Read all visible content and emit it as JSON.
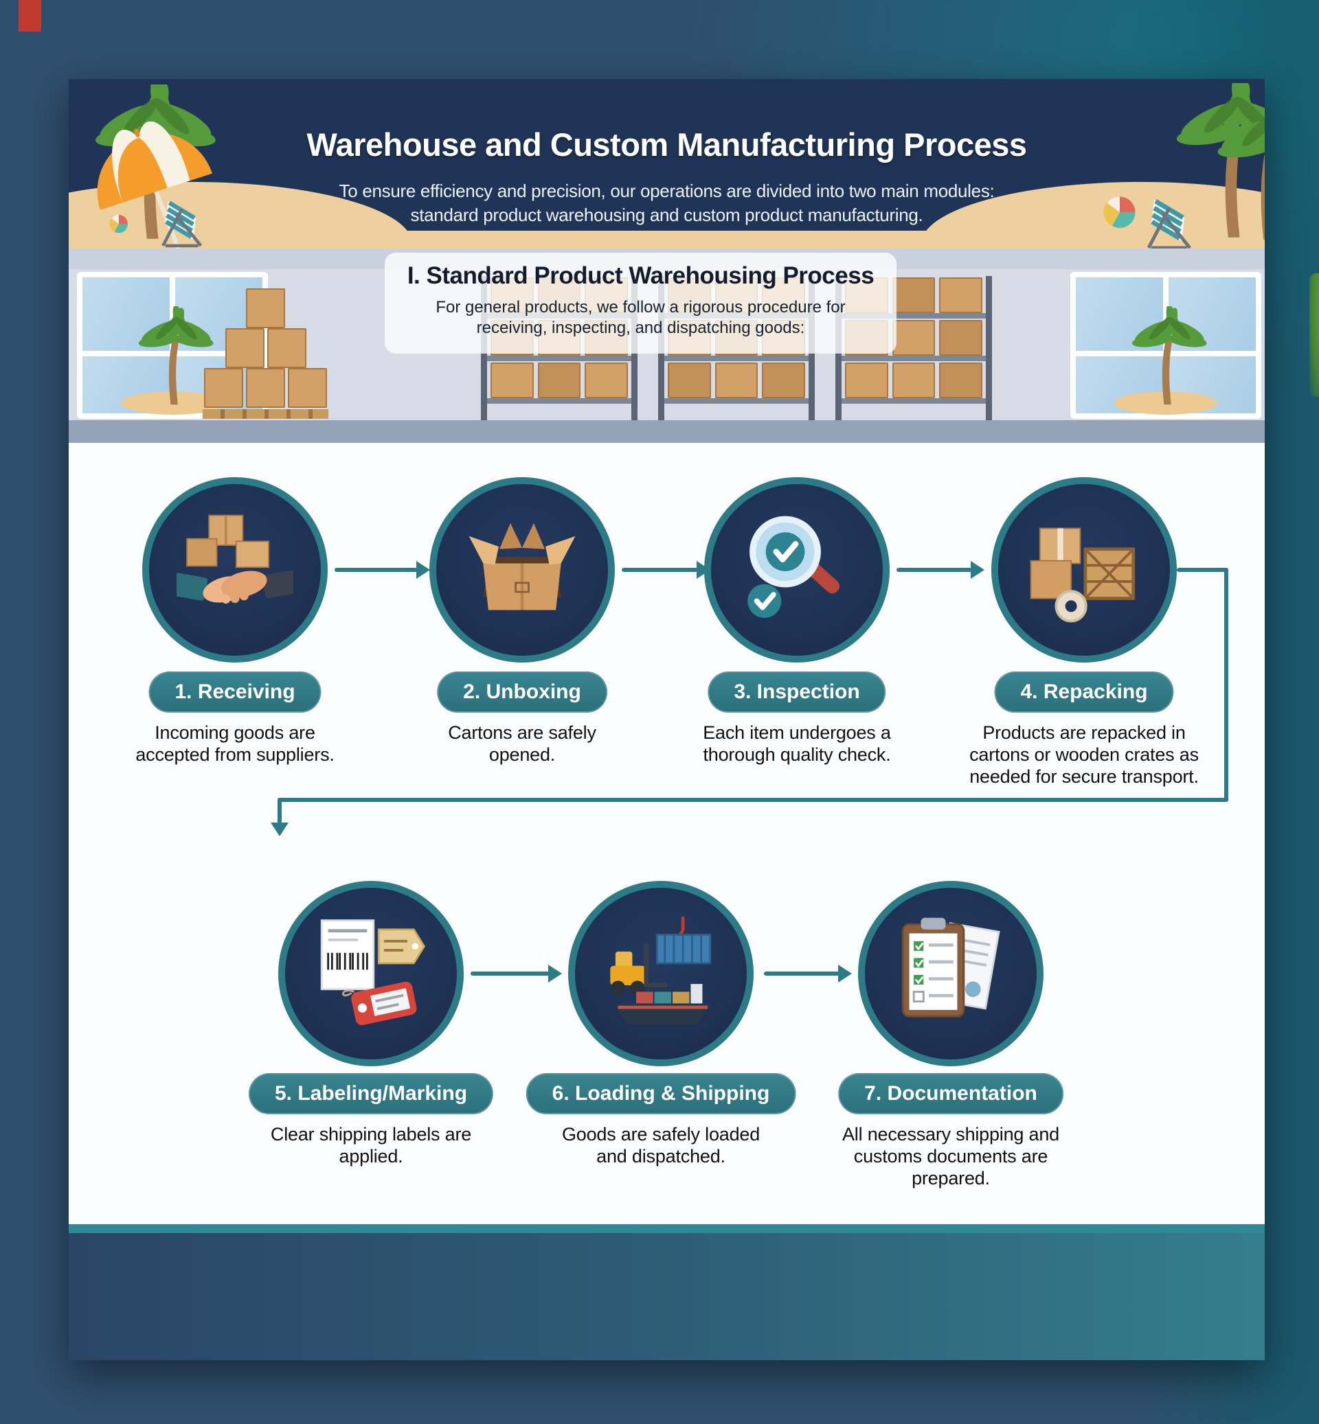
{
  "header": {
    "title": "Warehouse and Custom Manufacturing Process",
    "subtitle_line1": "To ensure efficiency and precision, our operations are divided into two main modules:",
    "subtitle_line2": "standard product warehousing and custom product manufacturing."
  },
  "section": {
    "heading": "I. Standard Product Warehousing Process",
    "subheading_line1": "For general products, we follow a rigorous procedure for",
    "subheading_line2": "receiving, inspecting, and dispatching goods:"
  },
  "steps": [
    {
      "label": "1. Receiving",
      "description": "Incoming goods are accepted from suppliers.",
      "icon": "handshake-boxes-icon"
    },
    {
      "label": "2. Unboxing",
      "description": "Cartons are safely opened.",
      "icon": "open-carton-icon"
    },
    {
      "label": "3. Inspection",
      "description": "Each item undergoes a thorough quality check.",
      "icon": "magnifier-check-icon"
    },
    {
      "label": "4. Repacking",
      "description": "Products are repacked in cartons or wooden crates as needed for secure transport.",
      "icon": "boxes-crate-tape-icon"
    },
    {
      "label": "5. Labeling/Marking",
      "description": "Clear shipping labels are applied.",
      "icon": "labels-tags-icon"
    },
    {
      "label": "6. Loading & Shipping",
      "description": "Goods are safely loaded and dispatched.",
      "icon": "forklift-ship-icon"
    },
    {
      "label": "7. Documentation",
      "description": "All necessary shipping and customs documents are prepared.",
      "icon": "clipboard-checklist-icon"
    }
  ],
  "colors": {
    "accent_teal": "#2d7b86",
    "header_navy": "#1f3456",
    "sand": "#eed09e",
    "carton_tan": "#d3a168",
    "footer_teal": "#347e8d",
    "backdrop_blue": "#2f4f6e"
  }
}
